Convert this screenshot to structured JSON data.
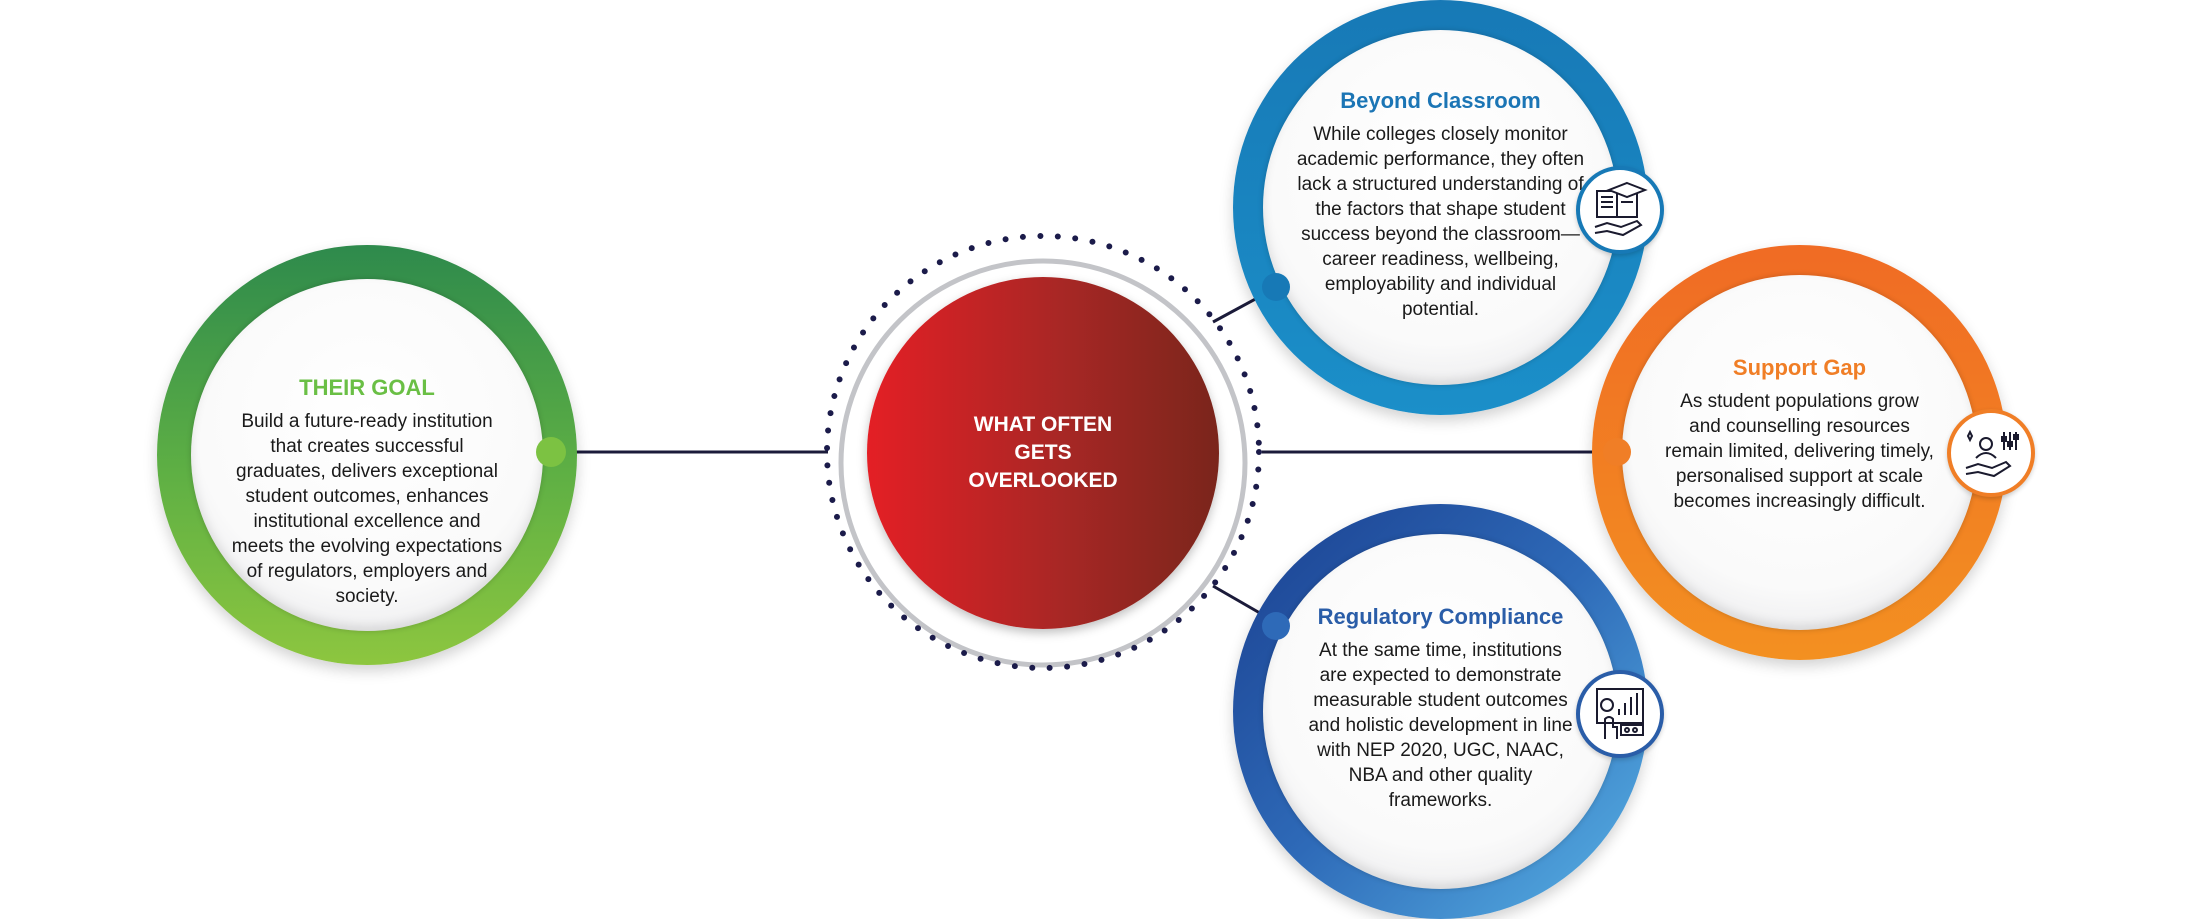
{
  "center": {
    "label": "WHAT OFTEN GETS OVERLOOKED"
  },
  "goal": {
    "title": "THEIR GOAL",
    "body": "Build a future-ready institution that creates successful graduates, delivers exceptional student outcomes, enhances institutional excellence and meets the evolving expectations of regulators, employers and society.",
    "color": "#5aaf3c"
  },
  "beyond": {
    "title": "Beyond Classroom",
    "body": "While colleges closely monitor academic performance, they often lack a structured understanding of the factors that shape student success beyond the classroom—career readiness, wellbeing, employability and individual potential.",
    "color": "#1979b8",
    "icon": "book-graduation-cap-hand-icon"
  },
  "support": {
    "title": "Support Gap",
    "body": "As student populations grow and counselling resources remain limited, delivering timely, personalised support at scale becomes increasingly difficult.",
    "color": "#f07e26",
    "icon": "person-hand-settings-icon"
  },
  "regulatory": {
    "title": "Regulatory Compliance",
    "body": "At the same time, institutions are expected to demonstrate measurable student outcomes and holistic development in line with NEP 2020, UGC, NAAC, NBA and other quality frameworks.",
    "color": "#2a5da8",
    "icon": "dashboard-chart-hand-icon"
  }
}
